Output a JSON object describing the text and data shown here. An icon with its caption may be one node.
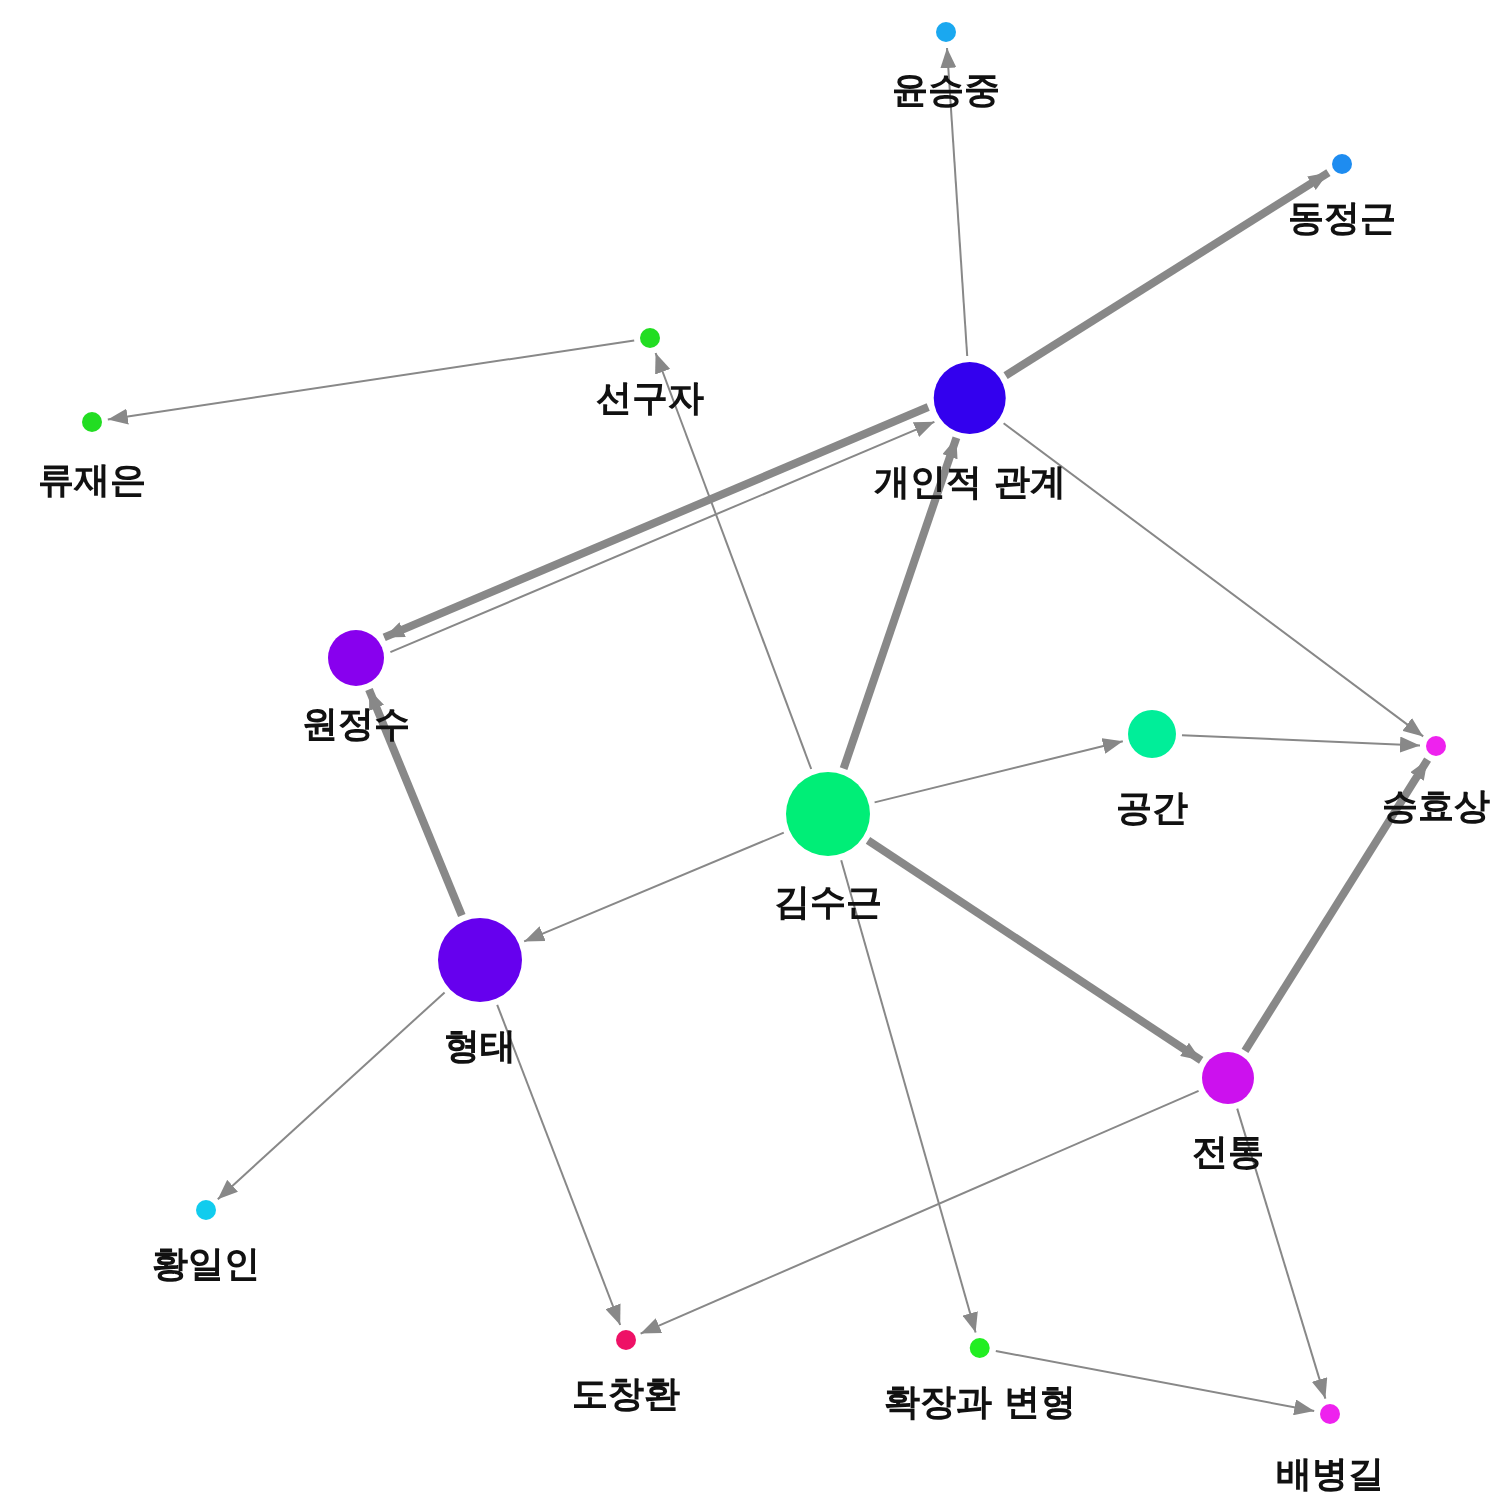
{
  "diagram": {
    "nodes": [
      {
        "text": [
          "윤승중"
        ]
      },
      {
        "text": [
          "동정근"
        ]
      },
      {
        "text": [
          "선구자"
        ]
      },
      {
        "text": [
          "류재은"
        ]
      },
      {
        "text": [
          "개인적 관계"
        ]
      },
      {
        "text": [
          "원정수"
        ]
      },
      {
        "text": [
          "공간"
        ]
      },
      {
        "text": [
          "승효상"
        ]
      },
      {
        "text": [
          "김수근"
        ]
      },
      {
        "text": [
          "형태"
        ]
      },
      {
        "text": [
          "전통"
        ]
      },
      {
        "text": [
          "황일인"
        ]
      },
      {
        "text": [
          "도창환"
        ]
      },
      {
        "text": [
          "확장과 변형"
        ]
      },
      {
        "text": [
          "배병길"
        ]
      }
    ],
    "edges": [
      {
        "from": 4,
        "to": 0,
        "arrow": "to"
      },
      {
        "from": 4,
        "to": 1,
        "arrow": "to",
        "style": "thick"
      },
      {
        "from": 2,
        "to": 3,
        "arrow": "to"
      },
      {
        "from": 8,
        "to": 2,
        "arrow": "to"
      },
      {
        "from": 4,
        "to": 5,
        "arrow": "to",
        "style": "thick"
      },
      {
        "from": 5,
        "to": 4,
        "arrow": "to"
      },
      {
        "from": 8,
        "to": 4,
        "arrow": "to",
        "style": "thick"
      },
      {
        "from": 4,
        "to": 7,
        "arrow": "to"
      },
      {
        "from": 8,
        "to": 6,
        "arrow": "to"
      },
      {
        "from": 6,
        "to": 7,
        "arrow": "to"
      },
      {
        "from": 8,
        "to": 9,
        "arrow": "to"
      },
      {
        "from": 9,
        "to": 5,
        "arrow": "to",
        "style": "thick"
      },
      {
        "from": 8,
        "to": 10,
        "arrow": "to",
        "style": "thick"
      },
      {
        "from": 10,
        "to": 7,
        "arrow": "to",
        "style": "thick"
      },
      {
        "from": 9,
        "to": 11,
        "arrow": "to"
      },
      {
        "from": 9,
        "to": 12,
        "arrow": "to"
      },
      {
        "from": 10,
        "to": 12,
        "arrow": "to"
      },
      {
        "from": 8,
        "to": 13,
        "arrow": "to"
      },
      {
        "from": 13,
        "to": 14,
        "arrow": "to"
      },
      {
        "from": 10,
        "to": 14,
        "arrow": "to"
      }
    ]
  }
}
